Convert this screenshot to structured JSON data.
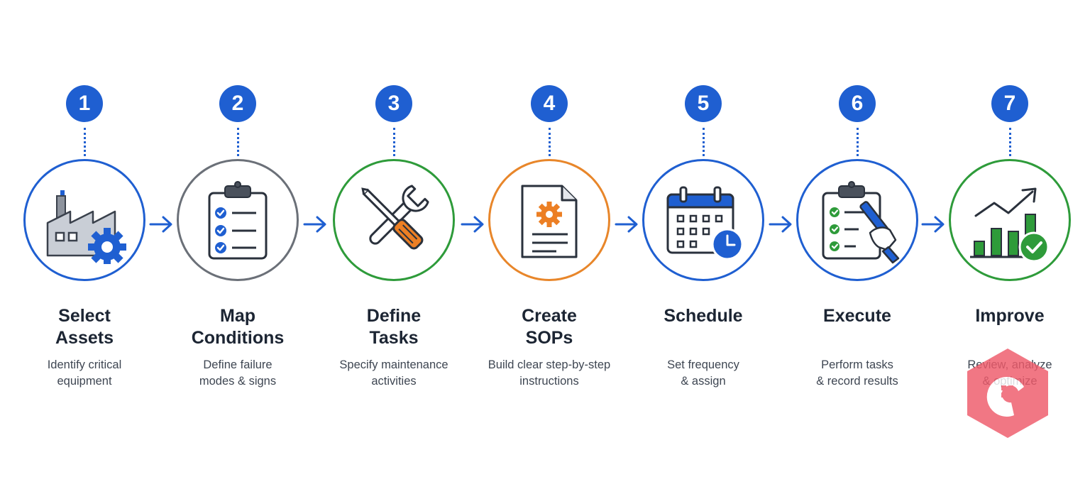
{
  "colors": {
    "accent_blue": "#1f5fd1",
    "ring_gray": "#6b7078",
    "ring_green": "#2e9b3a",
    "ring_orange": "#e8862a",
    "icon_orange": "#ec7f24",
    "check_green": "#2e9b3a",
    "text_dark": "#1c2533",
    "text_muted": "#3e4652"
  },
  "steps": [
    {
      "number": "1",
      "title": "Select\nAssets",
      "description": "Identify critical\nequipment",
      "icon": "factory-gear-icon",
      "ring_color": "#1f5fd1"
    },
    {
      "number": "2",
      "title": "Map\nConditions",
      "description": "Define failure\nmodes & signs",
      "icon": "clipboard-checklist-icon",
      "ring_color": "#6b7078"
    },
    {
      "number": "3",
      "title": "Define\nTasks",
      "description": "Specify maintenance\nactivities",
      "icon": "wrench-screwdriver-icon",
      "ring_color": "#2e9b3a"
    },
    {
      "number": "4",
      "title": "Create\nSOPs",
      "description": "Build clear step-by-step\ninstructions",
      "icon": "document-gear-icon",
      "ring_color": "#e8862a"
    },
    {
      "number": "5",
      "title": "Schedule",
      "description": "Set frequency\n& assign",
      "icon": "calendar-clock-icon",
      "ring_color": "#1f5fd1"
    },
    {
      "number": "6",
      "title": "Execute",
      "description": "Perform tasks\n& record results",
      "icon": "clipboard-pen-icon",
      "ring_color": "#1f5fd1"
    },
    {
      "number": "7",
      "title": "Improve",
      "description": "Review, analyze\n& optimize",
      "icon": "growth-chart-check-icon",
      "ring_color": "#2e9b3a"
    }
  ],
  "connectors": [
    "arrow-right-icon",
    "arrow-right-icon",
    "arrow-right-icon",
    "arrow-right-icon",
    "arrow-right-icon",
    "arrow-right-icon"
  ],
  "watermark": {
    "icon": "logo-watermark-icon",
    "color": "#ef5a6a"
  }
}
